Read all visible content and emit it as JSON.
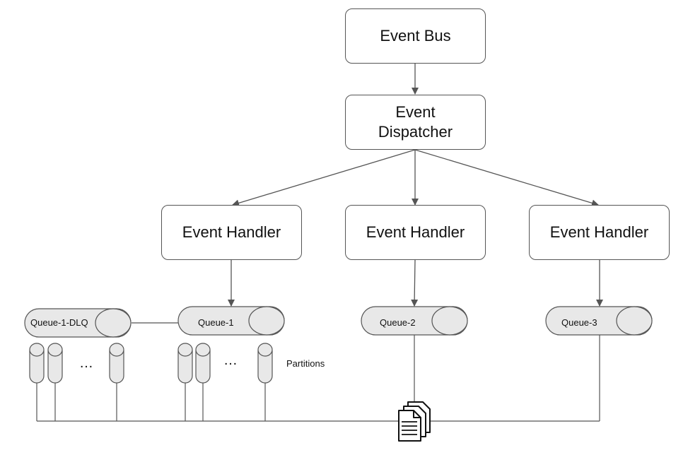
{
  "diagram": {
    "nodes": {
      "event_bus": "Event Bus",
      "event_dispatcher": "Event\nDispatcher",
      "handler_1": "Event Handler",
      "handler_2": "Event Handler",
      "handler_3": "Event Handler"
    },
    "queues": {
      "dlq": "Queue-1-DLQ",
      "queue_1": "Queue-1",
      "queue_2": "Queue-2",
      "queue_3": "Queue-3"
    },
    "partitions_label": "Partitions",
    "ellipsis": "…",
    "icon": "documents-icon",
    "colors": {
      "stroke": "#555555",
      "queue_fill": "#e8e8e8",
      "text": "#111111"
    }
  }
}
